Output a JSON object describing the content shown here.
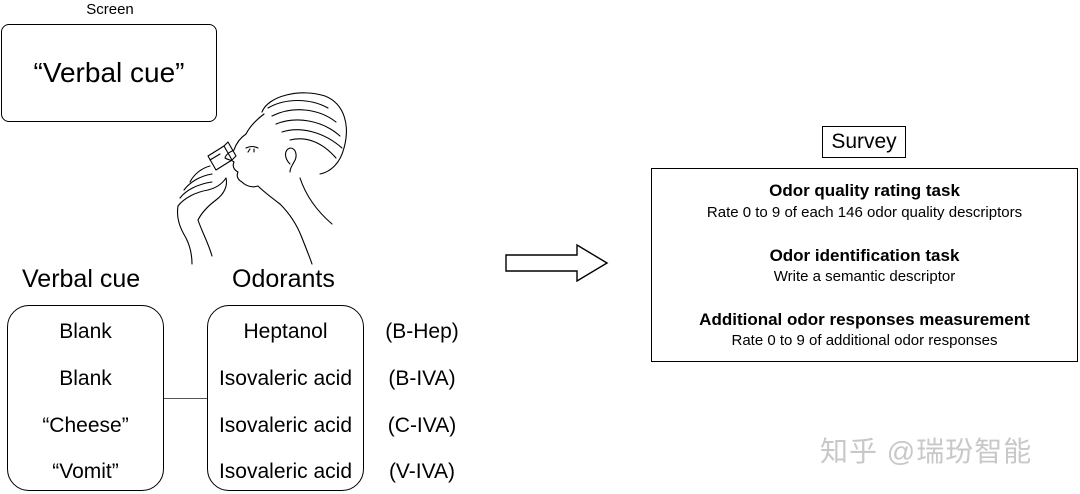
{
  "screen": {
    "label": "Screen",
    "cue_text": "“Verbal cue”"
  },
  "columns": {
    "verbal_header": "Verbal cue",
    "odorants_header": "Odorants"
  },
  "conditions": [
    {
      "verbal": "Blank",
      "odorant": "Heptanol",
      "abbrev": "(B-Hep)"
    },
    {
      "verbal": "Blank",
      "odorant": "Isovaleric acid",
      "abbrev": "(B-IVA)"
    },
    {
      "verbal": "“Cheese”",
      "odorant": "Isovaleric acid",
      "abbrev": "(C-IVA)"
    },
    {
      "verbal": "“Vomit”",
      "odorant": "Isovaleric acid",
      "abbrev": "(V-IVA)"
    }
  ],
  "survey": {
    "label": "Survey",
    "tasks": [
      {
        "title": "Odor quality rating task",
        "desc": "Rate 0 to 9 of each 146 odor quality descriptors"
      },
      {
        "title": "Odor identification task",
        "desc": "Write a semantic descriptor"
      },
      {
        "title": "Additional odor responses measurement",
        "desc": "Rate 0 to 9 of additional odor responses"
      }
    ]
  },
  "illustration": {
    "icon": "person-sniffing-vial-icon"
  },
  "arrow": {
    "icon": "right-arrow-icon"
  },
  "watermark": "知乎 @瑞玢智能"
}
